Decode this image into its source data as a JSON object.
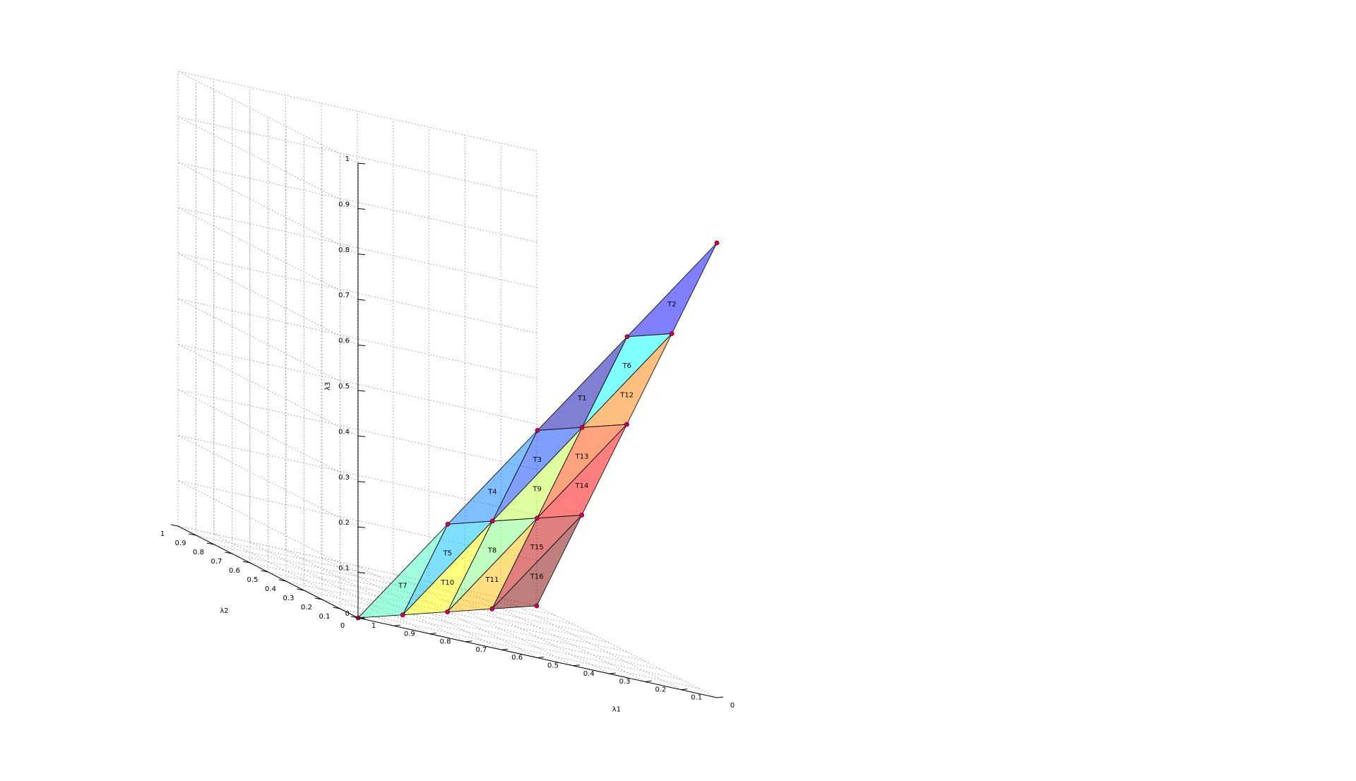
{
  "chart_data": {
    "type": "surface-triangulation",
    "axes": {
      "x": {
        "label": "λ1",
        "range": [
          0,
          1
        ],
        "ticks": [
          "0",
          "0.1",
          "0.2",
          "0.3",
          "0.4",
          "0.5",
          "0.6",
          "0.7",
          "0.8",
          "0.9",
          "1"
        ]
      },
      "y": {
        "label": "λ2",
        "range": [
          0,
          1
        ],
        "ticks": [
          "0",
          "0.1",
          "0.2",
          "0.3",
          "0.4",
          "0.5",
          "0.6",
          "0.7",
          "0.8",
          "0.9",
          "1"
        ]
      },
      "z": {
        "label": "λ3",
        "range": [
          0,
          1
        ],
        "ticks": [
          "0",
          "0.1",
          "0.2",
          "0.3",
          "0.4",
          "0.5",
          "0.6",
          "0.7",
          "0.8",
          "0.9",
          "1"
        ]
      }
    },
    "grid": true,
    "vertices": [
      [
        0,
        0,
        1
      ],
      [
        0.25,
        0,
        0.75
      ],
      [
        0,
        0.25,
        0.75
      ],
      [
        0.5,
        0,
        0.5
      ],
      [
        0.25,
        0.25,
        0.5
      ],
      [
        0,
        0.5,
        0.5
      ],
      [
        0.75,
        0,
        0.25
      ],
      [
        0.5,
        0.25,
        0.25
      ],
      [
        0.25,
        0.5,
        0.25
      ],
      [
        0,
        0.75,
        0.25
      ],
      [
        1,
        0,
        0
      ],
      [
        0.75,
        0.25,
        0
      ],
      [
        0.5,
        0.5,
        0
      ],
      [
        0.25,
        0.75,
        0
      ],
      [
        0,
        1,
        0
      ]
    ],
    "triangles": [
      {
        "label": "T2",
        "vertices": [
          0,
          1,
          2
        ],
        "color": "#0000ff"
      },
      {
        "label": "T6",
        "vertices": [
          1,
          2,
          4
        ],
        "color": "#00ffff"
      },
      {
        "label": "T12",
        "vertices": [
          2,
          4,
          5
        ],
        "color": "#ff7f00"
      },
      {
        "label": "T1",
        "vertices": [
          1,
          3,
          4
        ],
        "color": "#0000a8"
      },
      {
        "label": "T3",
        "vertices": [
          3,
          4,
          7
        ],
        "color": "#0040ff"
      },
      {
        "label": "T4",
        "vertices": [
          3,
          6,
          7
        ],
        "color": "#0080ff"
      },
      {
        "label": "T9",
        "vertices": [
          4,
          7,
          8
        ],
        "color": "#c0ff40"
      },
      {
        "label": "T13",
        "vertices": [
          4,
          5,
          8
        ],
        "color": "#ff4a00"
      },
      {
        "label": "T14",
        "vertices": [
          5,
          8,
          9
        ],
        "color": "#ff0000"
      },
      {
        "label": "T5",
        "vertices": [
          6,
          7,
          11
        ],
        "color": "#00c0ff"
      },
      {
        "label": "T7",
        "vertices": [
          6,
          10,
          11
        ],
        "color": "#40ffc0"
      },
      {
        "label": "T10",
        "vertices": [
          7,
          11,
          12
        ],
        "color": "#ffff00"
      },
      {
        "label": "T8",
        "vertices": [
          7,
          8,
          12
        ],
        "color": "#80ff80"
      },
      {
        "label": "T11",
        "vertices": [
          8,
          12,
          13
        ],
        "color": "#ffc000"
      },
      {
        "label": "T15",
        "vertices": [
          8,
          9,
          13
        ],
        "color": "#c00000"
      },
      {
        "label": "T16",
        "vertices": [
          9,
          13,
          14
        ],
        "color": "#800000"
      }
    ]
  }
}
